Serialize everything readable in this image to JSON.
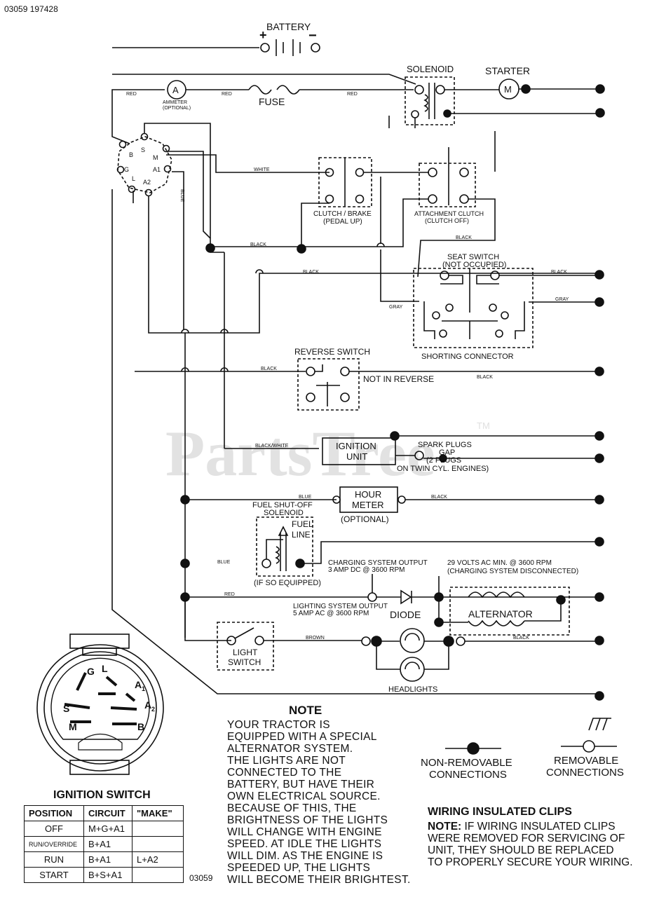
{
  "header": {
    "code": "03059  197428"
  },
  "footer_code": "03059",
  "labels": {
    "battery": "BATTERY",
    "solenoid": "SOLENOID",
    "starter": "STARTER",
    "fuse": "FUSE",
    "ammeter_sym": "A",
    "ammeter": "AMMETER",
    "ammeter_opt": "(OPTIONAL)",
    "motor_sym": "M",
    "red": "RED",
    "white": "WHITE",
    "blue": "BLUE",
    "black": "BLACK",
    "gray": "GRAY",
    "brown": "BROWN",
    "black_white": "BLACK/WHITE",
    "clutch1": "CLUTCH / BRAKE",
    "clutch2": "(PEDAL UP)",
    "attach1": "ATTACHMENT CLUTCH",
    "attach2": "(CLUTCH OFF)",
    "seat1": "SEAT SWITCH",
    "seat2": "(NOT OCCUPIED)",
    "shorting": "SHORTING CONNECTOR",
    "reverse": "REVERSE SWITCH",
    "not_reverse": "NOT IN REVERSE",
    "ign_unit1": "IGNITION",
    "ign_unit2": "UNIT",
    "spark1": "SPARK PLUGS",
    "spark2": "GAP",
    "spark3": "(2 PLUGS",
    "spark4": "ON TWIN CYL. ENGINES)",
    "hour1": "HOUR",
    "hour2": "METER",
    "hour3": "(OPTIONAL)",
    "fuel1": "FUEL SHUT-OFF",
    "fuel2": "SOLENOID",
    "fuel3": "FUEL",
    "fuel4": "LINE",
    "fuel5": "(IF SO EQUIPPED)",
    "charge1": "CHARGING SYSTEM OUTPUT",
    "charge2": "3 AMP DC @ 3600 RPM",
    "volts1": "29 VOLTS AC MIN. @ 3600 RPM",
    "volts2": "(CHARGING SYSTEM DISCONNECTED)",
    "light1": "LIGHTING SYSTEM OUTPUT",
    "light2": "5 AMP AC @ 3600 RPM",
    "diode": "DIODE",
    "alternator": "ALTERNATOR",
    "lightsw1": "LIGHT",
    "lightsw2": "SWITCH",
    "headlights": "HEADLIGHTS",
    "plus": "+",
    "minus": "−",
    "sw_b": "B",
    "sw_s": "S",
    "sw_m": "M",
    "sw_g": "G",
    "sw_l": "L",
    "sw_a1": "A1",
    "sw_a2": "A2",
    "big_g": "G",
    "big_l": "L",
    "big_a1": "A",
    "big_a1_sub": "1",
    "big_a2": "A",
    "big_a2_sub": "2",
    "big_s": "S",
    "big_m": "M",
    "big_b": "B"
  },
  "watermark": {
    "text": "PartsTree",
    "tm": "TM"
  },
  "legend": {
    "non_removable1": "NON-REMOVABLE",
    "non_removable2": "CONNECTIONS",
    "removable1": "REMOVABLE",
    "removable2": "CONNECTIONS"
  },
  "note": {
    "title": "NOTE",
    "lines": [
      "YOUR TRACTOR IS",
      "EQUIPPED WITH A SPECIAL",
      "ALTERNATOR SYSTEM.",
      "THE LIGHTS ARE NOT",
      "CONNECTED TO THE",
      "BATTERY, BUT HAVE THEIR",
      "OWN ELECTRICAL SOURCE.",
      "BECAUSE OF THIS, THE",
      "BRIGHTNESS OF THE LIGHTS",
      "WILL CHANGE WITH ENGINE",
      "SPEED.  AT IDLE THE LIGHTS",
      "WILL DIM.  AS THE ENGINE IS",
      "SPEEDED UP, THE LIGHTS",
      "WILL BECOME THEIR BRIGHTEST."
    ]
  },
  "clips": {
    "title": "WIRING INSULATED CLIPS",
    "note_label": "NOTE:",
    "lines": [
      " IF WIRING INSULATED CLIPS",
      "WERE REMOVED FOR SERVICING OF",
      "UNIT, THEY SHOULD BE REPLACED",
      "TO PROPERLY SECURE YOUR WIRING."
    ]
  },
  "ignition_switch": {
    "title": "IGNITION SWITCH",
    "headers": [
      "POSITION",
      "CIRCUIT",
      "\"MAKE\""
    ],
    "rows": [
      {
        "position": "OFF",
        "circuit": "M+G+A1",
        "extra": ""
      },
      {
        "position": "RUN/OVERRIDE",
        "circuit": "B+A1",
        "extra": ""
      },
      {
        "position": "RUN",
        "circuit": "B+A1",
        "extra": "L+A2"
      },
      {
        "position": "START",
        "circuit": "B+S+A1",
        "extra": ""
      }
    ]
  }
}
